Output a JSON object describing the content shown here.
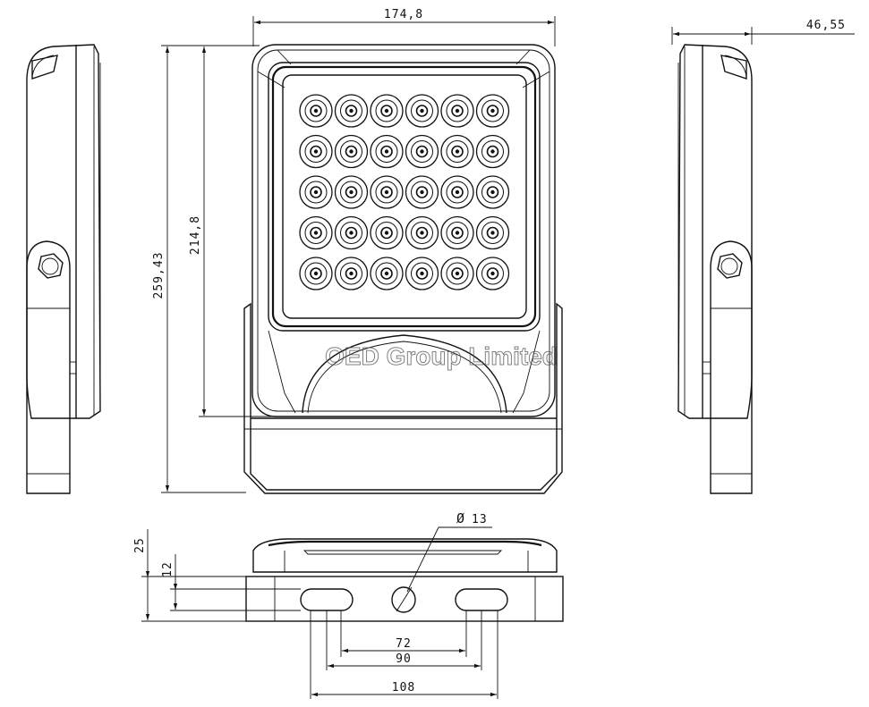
{
  "dimensions": {
    "width_top": "174,8",
    "depth_side": "46,55",
    "height_total": "259,43",
    "height_body": "214,8",
    "bottom_25": "25",
    "bottom_12": "12",
    "hole_diameter": "13",
    "slot_72": "72",
    "slot_90": "90",
    "slot_108": "108"
  },
  "watermark": "OED Group Limited",
  "led_grid": {
    "rows": 5,
    "cols": 6
  },
  "symbols": {
    "diameter": "Ø"
  }
}
